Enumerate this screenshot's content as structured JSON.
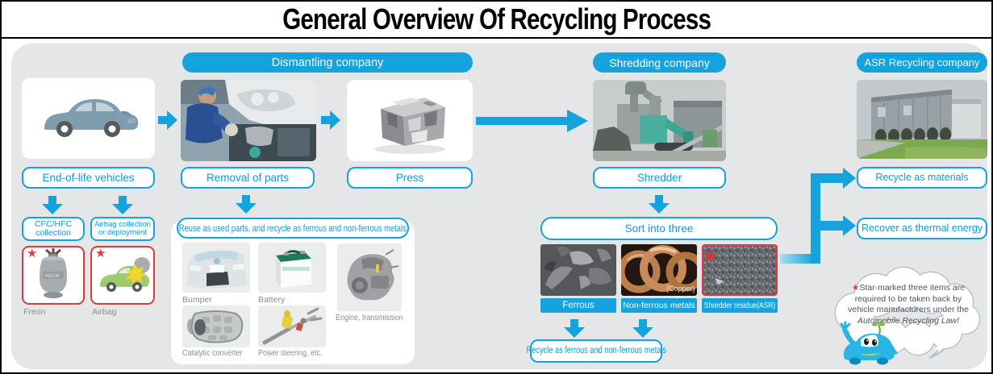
{
  "title": "General Overview Of Recycling Process",
  "colors": {
    "accent_blue": "#14A3DC",
    "panel_gray": "#E5E6E8",
    "alert_red": "#DD3A40",
    "caption_gray": "#8A8D90",
    "title_black": "#000000"
  },
  "left": {
    "eol_label": "End-of-life vehicles",
    "cfc_line1": "CFC/HFC",
    "cfc_line2": "collection",
    "airbag_line1": "Airbag collection",
    "airbag_line2": "or deployment",
    "freon_star": "★",
    "airbag_star": "★",
    "freon_caption": "Freon",
    "airbag_caption": "Airbag"
  },
  "dismantling": {
    "header": "Dismantling company",
    "removal_label": "Removal of parts",
    "press_label": "Press",
    "reuse_header": "Reuse as used parts, and recycle as ferrous and non-ferrous metals",
    "parts": {
      "bumper": "Bumper",
      "battery": "Battery",
      "engine": "Engine, transmission",
      "catalytic": "Catalytic converter",
      "steering": "Power steering, etc."
    }
  },
  "shredding": {
    "header": "Shredding company",
    "shredder_label": "Shredder",
    "sort_label": "Sort into three",
    "ferrous_label": "Ferrous",
    "nonferrous_label": "Non-ferrous metals",
    "copper_caption": "(Copper)",
    "asr_label": "Shredder residue(ASR)",
    "asr_star": "★",
    "recycle_label": "Recycle as ferrous and non-ferrous metals"
  },
  "asr_recycling": {
    "header": "ASR Recycling company",
    "materials_label": "Recycle as materials",
    "energy_label": "Recover as thermal energy"
  },
  "bubble": {
    "star": "★",
    "line1": "Star-marked three items are",
    "line2": "required to be taken back by",
    "line3": "vehicle manufacturers under the",
    "line4": "Automobile Recycling Law!"
  }
}
